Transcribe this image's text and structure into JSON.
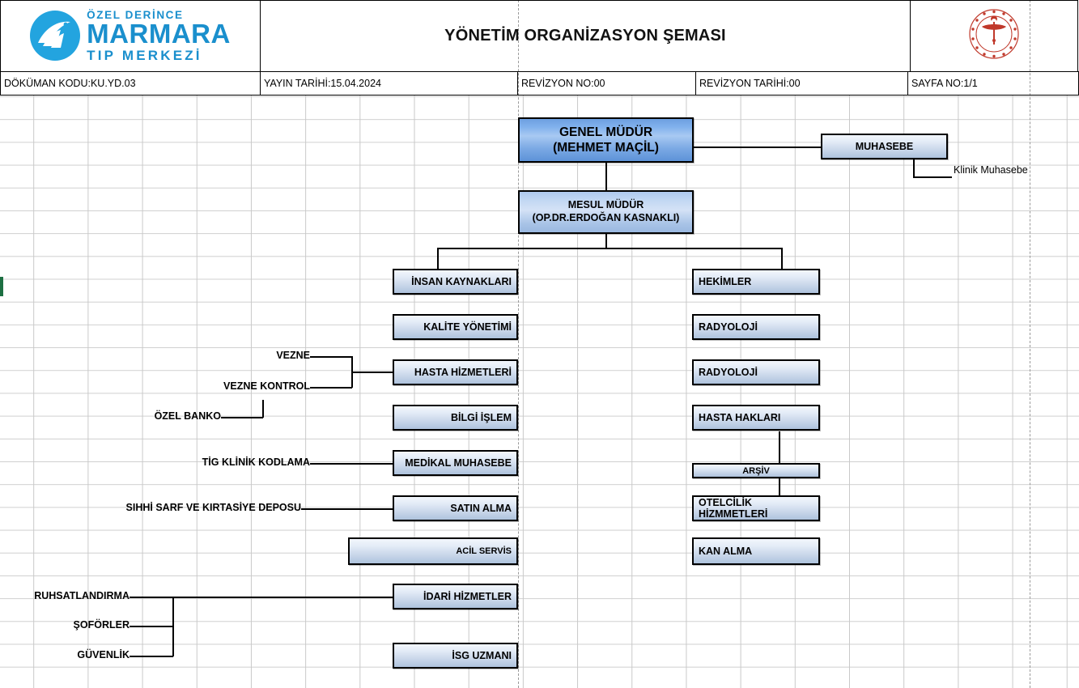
{
  "header": {
    "title": "YÖNETİM ORGANİZASYON ŞEMASI",
    "logo": {
      "line1": "ÖZEL DERİNCE",
      "line2": "MARMARA",
      "line3": "TIP MERKEZİ",
      "icon": "marmara-bird-logo",
      "color": "#1a8fcd"
    },
    "emblem": {
      "icon": "turkish-health-ministry-seal",
      "color": "#c0392b"
    },
    "meta": [
      {
        "label": "DÖKÜMAN KODU:KU.YD.03"
      },
      {
        "label": "YAYIN TARİHİ:15.04.2024"
      },
      {
        "label": "REVİZYON NO:00"
      },
      {
        "label": "REVİZYON TARİHİ:00"
      },
      {
        "label": "SAYFA NO:1/1"
      }
    ]
  },
  "chart": {
    "executives": [
      {
        "id": "genel-mudur",
        "line1": "GENEL MÜDÜR",
        "line2": "(MEHMET MAÇİL)"
      },
      {
        "id": "mesul-mudur",
        "line1": "MESUL MÜDÜR",
        "line2": "(OP.DR.ERDOĞAN KASNAKLI)"
      }
    ],
    "accounting": {
      "label": "MUHASEBE",
      "sub": "Klinik Muhasebe"
    },
    "left_column": [
      {
        "label": "İNSAN KAYNAKLARI"
      },
      {
        "label": "KALİTE YÖNETİMİ"
      },
      {
        "label": "HASTA HİZMETLERİ"
      },
      {
        "label": "BİLGİ İŞLEM"
      },
      {
        "label": "MEDİKAL MUHASEBE"
      },
      {
        "label": "SATIN ALMA"
      },
      {
        "label": "ACİL SERVİS"
      },
      {
        "label": "İDARİ HİZMETLER"
      },
      {
        "label": "İSG UZMANI"
      }
    ],
    "right_column": [
      {
        "label": "HEKİMLER"
      },
      {
        "label": "RADYOLOJİ"
      },
      {
        "label": "RADYOLOJİ"
      },
      {
        "label": "HASTA HAKLARI"
      },
      {
        "label": "ARŞİV"
      },
      {
        "label": "OTELCİLİK HİZMMETLERİ"
      },
      {
        "label": "KAN ALMA"
      }
    ],
    "satellites": [
      {
        "label": "VEZNE",
        "parent": "HASTA HİZMETLERİ"
      },
      {
        "label": "VEZNE KONTROL",
        "parent": "HASTA HİZMETLERİ"
      },
      {
        "label": "ÖZEL BANKO",
        "parent": ""
      },
      {
        "label": "TİG KLİNİK KODLAMA",
        "parent": "MEDİKAL MUHASEBE"
      },
      {
        "label": "SIHHİ SARF VE KIRTASİYE DEPOSU",
        "parent": "SATIN ALMA"
      },
      {
        "label": "RUHSATLANDIRMA",
        "parent": "İDARİ HİZMETLER"
      },
      {
        "label": "ŞOFÖRLER",
        "parent": "İDARİ HİZMETLER"
      },
      {
        "label": "GÜVENLİK",
        "parent": "İDARİ HİZMETLER"
      }
    ]
  }
}
